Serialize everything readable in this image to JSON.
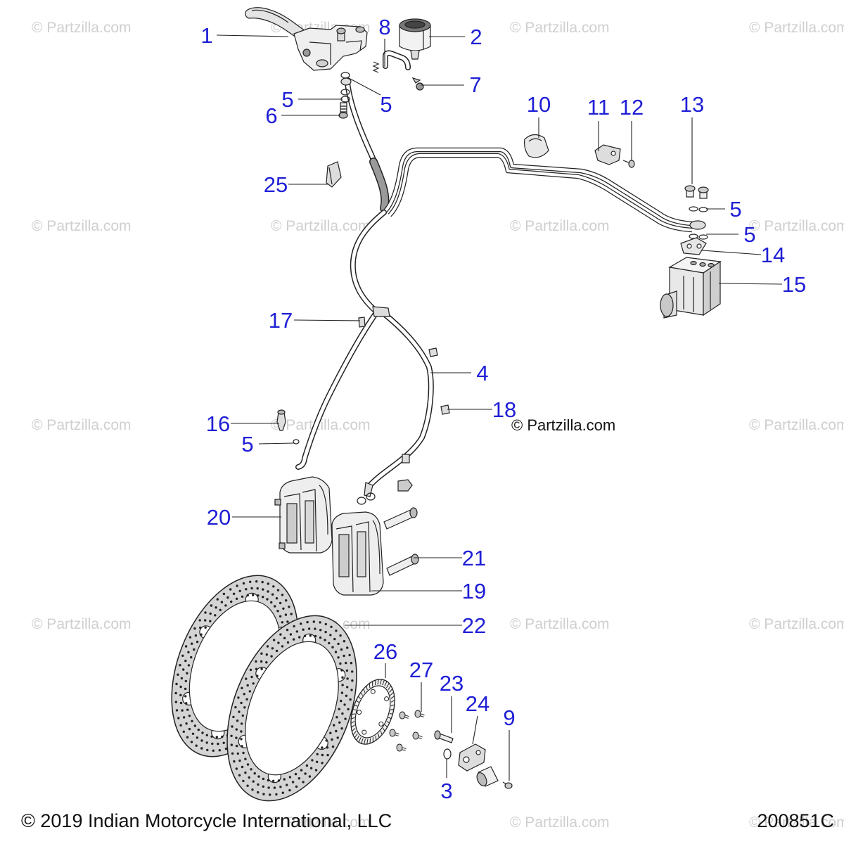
{
  "watermark_text": "© Partzilla.com",
  "site_credit": "© Partzilla.com",
  "copyright": "© 2019 Indian Motorcycle International, LLC",
  "diagram_id": "200851C",
  "callouts": [
    "1",
    "8",
    "2",
    "7",
    "5",
    "5",
    "6",
    "10",
    "11",
    "12",
    "13",
    "25",
    "5",
    "5",
    "14",
    "15",
    "17",
    "4",
    "18",
    "16",
    "5",
    "20",
    "21",
    "19",
    "22",
    "26",
    "27",
    "23",
    "24",
    "9",
    "3"
  ]
}
